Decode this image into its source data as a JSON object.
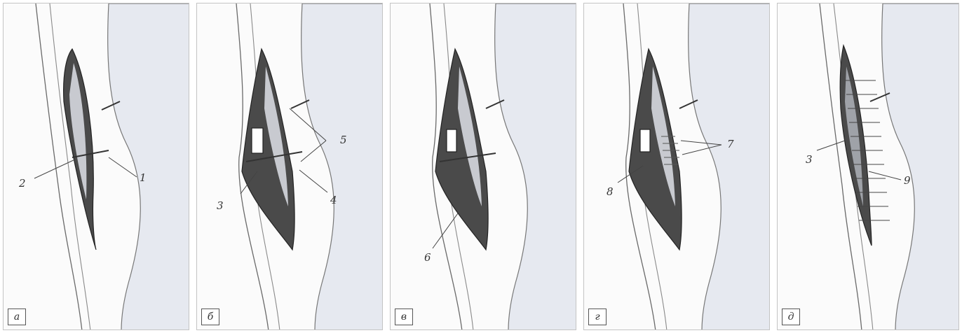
{
  "panels": [
    {
      "letter": "а",
      "labels": [
        "1",
        "2"
      ]
    },
    {
      "letter": "б",
      "labels": [
        "3",
        "4",
        "5"
      ]
    },
    {
      "letter": "в",
      "labels": [
        "6"
      ]
    },
    {
      "letter": "г",
      "labels": [
        "7",
        "8"
      ]
    },
    {
      "letter": "д",
      "labels": [
        "3",
        "9"
      ]
    }
  ]
}
